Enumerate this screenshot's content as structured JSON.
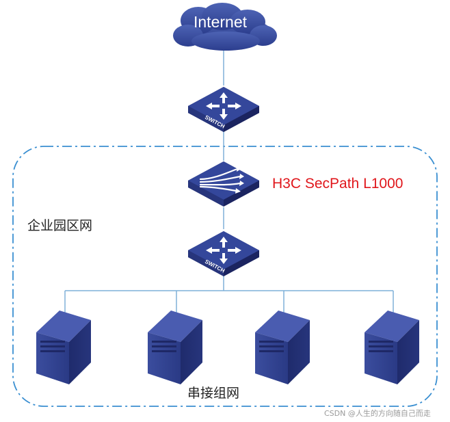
{
  "cloud": {
    "label": "Internet"
  },
  "top_switch": {
    "text": "SWITCH"
  },
  "firewall": {
    "label": "H3C SecPath L1000"
  },
  "area": {
    "label": "企业园区网"
  },
  "core_switch": {
    "text": "SWITCH"
  },
  "topology": {
    "label": "串接组网"
  },
  "servers": [
    {},
    {},
    {},
    {}
  ],
  "watermark": "CSDN @人生的方向随自己而走",
  "colors": {
    "accent": "#2e3f8f",
    "dark": "#1e2866",
    "boundary": "#3a8fd1",
    "link": "#7fb0d9",
    "device_label": "#e0161b"
  },
  "icons": [
    "cloud-icon",
    "switch-icon",
    "firewall-icon",
    "server-icon"
  ]
}
